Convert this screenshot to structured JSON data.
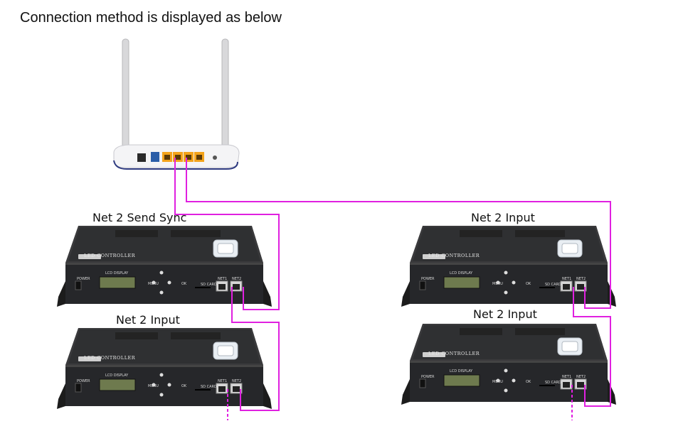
{
  "title": "Connection method is displayed as below",
  "labels": {
    "top_left": "Net 2 Send Sync",
    "bottom_left": "Net 2 Input",
    "top_right": "Net 2 Input",
    "bottom_right": "Net 2 Input"
  },
  "controller": {
    "brand_text": "LED CONTROLLER",
    "power": "POWER",
    "lcd": "LCD DISPLAY",
    "menu": "MENU",
    "ok": "OK",
    "sd": "SD CARD",
    "net1": "NET1",
    "net2": "NET2"
  },
  "colors": {
    "cable": "#e020e0",
    "device": "#2d2d2f",
    "router_port": "#f3a31b"
  }
}
